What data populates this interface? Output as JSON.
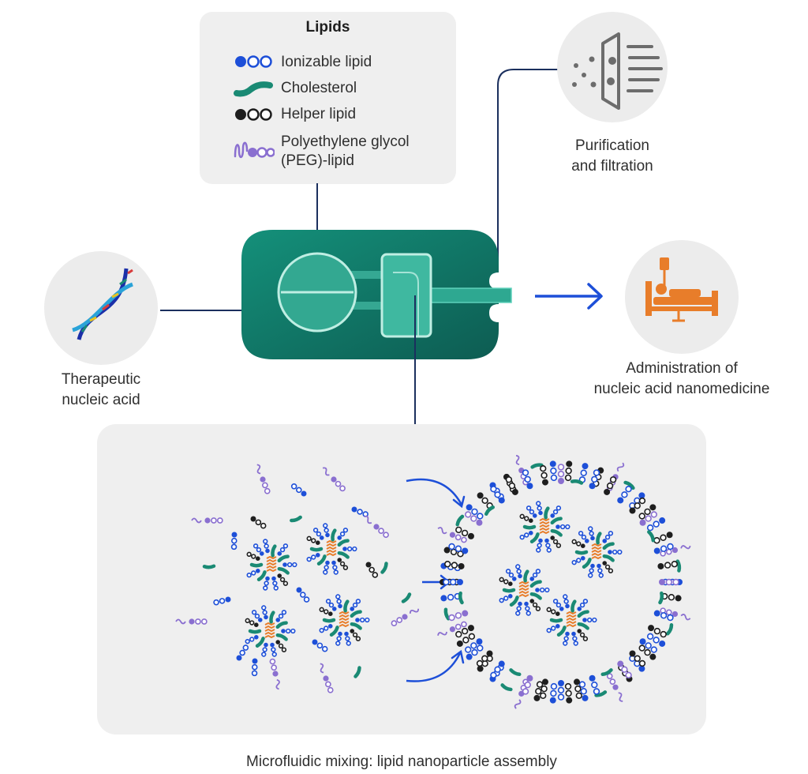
{
  "lipids": {
    "title": "Lipids",
    "items": [
      {
        "label": "Ionizable lipid",
        "icon": "ionizable-lipid-icon",
        "color": "#1d4fd8"
      },
      {
        "label": "Cholesterol",
        "icon": "cholesterol-icon",
        "color": "#1a8a74"
      },
      {
        "label": "Helper lipid",
        "icon": "helper-lipid-icon",
        "color": "#1e1e1e"
      },
      {
        "label": "Polyethylene glycol",
        "label2": "(PEG)-lipid",
        "icon": "peg-lipid-icon",
        "color": "#8a6fd0"
      }
    ]
  },
  "nodes": {
    "nucleic_acid": {
      "line1": "Therapeutic",
      "line2": "nucleic acid",
      "icon": "dna-icon"
    },
    "purification": {
      "line1": "Purification",
      "line2": "and filtration",
      "icon": "filter-icon"
    },
    "administration": {
      "line1": "Administration of",
      "line2": "nucleic acid nanomedicine",
      "icon": "hospital-bed-icon",
      "color": "#e87d2a"
    }
  },
  "mixing": {
    "caption": "Microfluidic mixing: lipid nanoparticle assembly"
  },
  "colors": {
    "chip": "#127a68",
    "line": "#1b2f5e",
    "arrow": "#1d4fd8",
    "ionizable": "#1d4fd8",
    "cholesterol": "#1a8a74",
    "helper": "#1e1e1e",
    "peg": "#8a6fd0",
    "cargo": "#e87d2a"
  }
}
